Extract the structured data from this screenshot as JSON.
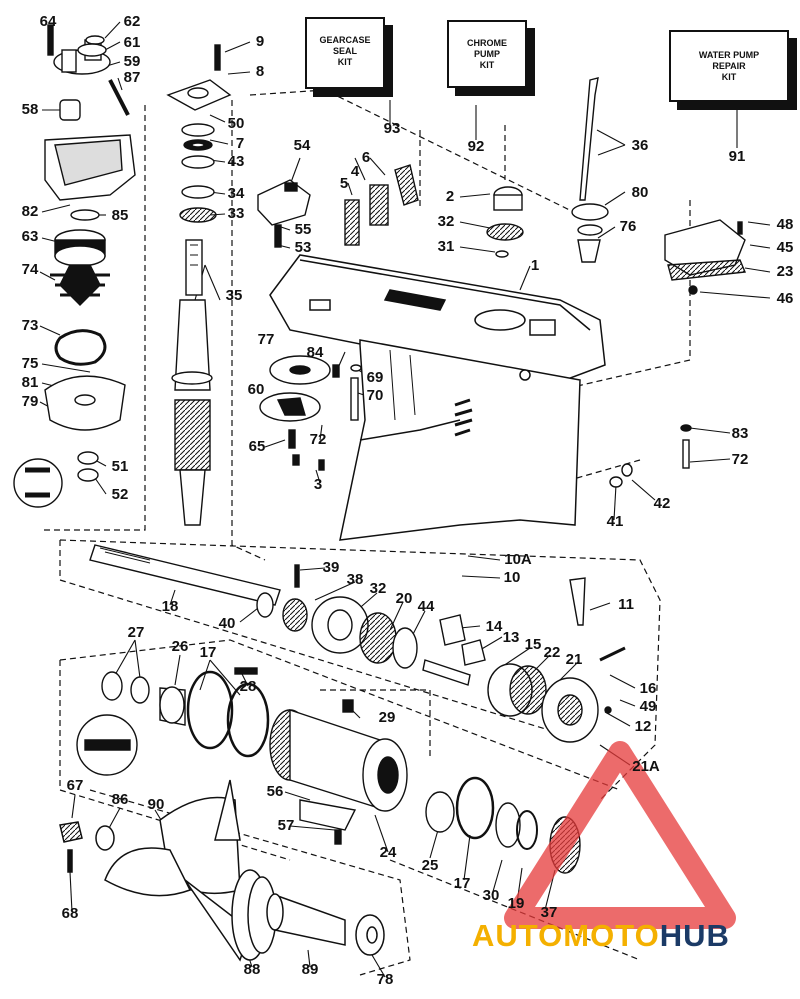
{
  "kits": [
    {
      "id": "gearcase-seal-kit",
      "lines": [
        "GEARCASE",
        "SEAL",
        "KIT"
      ],
      "ref": "93"
    },
    {
      "id": "chrome-pump-kit",
      "lines": [
        "CHROME",
        "PUMP",
        "KIT"
      ],
      "ref": "92"
    },
    {
      "id": "water-pump-repair-kit",
      "lines": [
        "WATER PUMP",
        "REPAIR",
        "KIT"
      ],
      "ref": "91"
    }
  ],
  "labels": {
    "l64": "64",
    "l62": "62",
    "l61": "61",
    "l59": "59",
    "l87": "87",
    "l58": "58",
    "l82": "82",
    "l85": "85",
    "l63": "63",
    "l74": "74",
    "l73": "73",
    "l75": "75",
    "l81": "81",
    "l79": "79",
    "l51": "51",
    "l52": "52",
    "l9": "9",
    "l8": "8",
    "l50": "50",
    "l7": "7",
    "l43": "43",
    "l34": "34",
    "l33": "33",
    "l35": "35",
    "l54": "54",
    "l55": "55",
    "l53": "53",
    "l4": "4",
    "l6": "6",
    "l5": "5",
    "l2": "2",
    "l32a": "32",
    "l31": "31",
    "l1": "1",
    "l36": "36",
    "l80": "80",
    "l76": "76",
    "l48": "48",
    "l45": "45",
    "l23": "23",
    "l46": "46",
    "l77": "77",
    "l84": "84",
    "l69": "69",
    "l60": "60",
    "l70": "70",
    "l65": "65",
    "l72a": "72",
    "l3": "3",
    "l83": "83",
    "l72b": "72",
    "l42": "42",
    "l41": "41",
    "l10a": "10A",
    "l10": "10",
    "l39": "39",
    "l38": "38",
    "l32b": "32",
    "l20": "20",
    "l44": "44",
    "l11": "11",
    "l18": "18",
    "l40": "40",
    "l14": "14",
    "l13": "13",
    "l15": "15",
    "l22": "22",
    "l21": "21",
    "l16": "16",
    "l49": "49",
    "l12": "12",
    "l21a": "21A",
    "l27": "27",
    "l26": "26",
    "l17a": "17",
    "l28": "28",
    "l29": "29",
    "l67": "67",
    "l86": "86",
    "l90": "90",
    "l56": "56",
    "l57": "57",
    "l24": "24",
    "l25": "25",
    "l17b": "17",
    "l30": "30",
    "l19": "19",
    "l37": "37",
    "l68": "68",
    "l88": "88",
    "l89": "89",
    "l78": "78"
  },
  "watermark": {
    "brand_part1": "AUTOMOTO",
    "brand_part2": "HUB",
    "color1": "#f4b000",
    "color2": "#1b3a66",
    "triangle_color": "#e63a3a"
  }
}
